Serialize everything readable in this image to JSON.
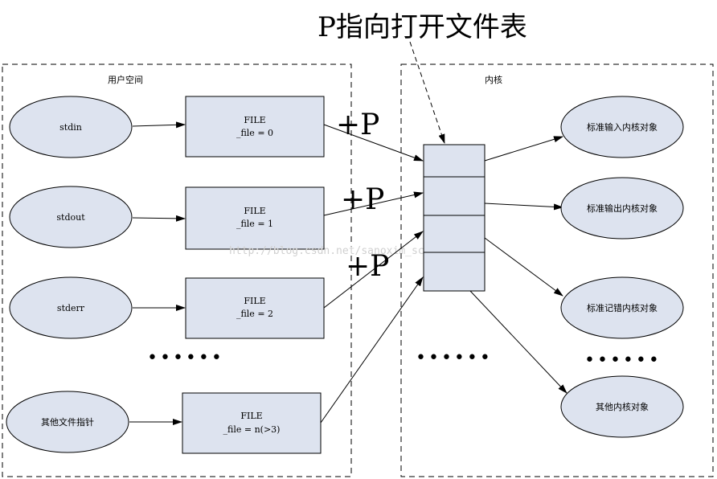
{
  "title": "P指向打开文件表",
  "user_space": {
    "label": "用户空间"
  },
  "kernel": {
    "label": "内核"
  },
  "streams": [
    {
      "label": "stdin"
    },
    {
      "label": "stdout"
    },
    {
      "label": "stderr"
    },
    {
      "label": "其他文件指针"
    }
  ],
  "file_boxes": [
    {
      "line1": "FILE",
      "line2": "_file = 0"
    },
    {
      "line1": "FILE",
      "line2": "_file = 1"
    },
    {
      "line1": "FILE",
      "line2": "_file = 2"
    },
    {
      "line1": "FILE",
      "line2": "_file = n(>3)"
    }
  ],
  "plus_labels": [
    "+P",
    "+P",
    "+P"
  ],
  "kernel_objects": [
    {
      "label": "标准输入内核对象"
    },
    {
      "label": "标准输出内核对象"
    },
    {
      "label": "标准记错内核对象"
    },
    {
      "label": "其他内核对象"
    }
  ],
  "ellipsis": "••••••",
  "watermark": "http://blog.csdn.net/sanoxim_scy"
}
